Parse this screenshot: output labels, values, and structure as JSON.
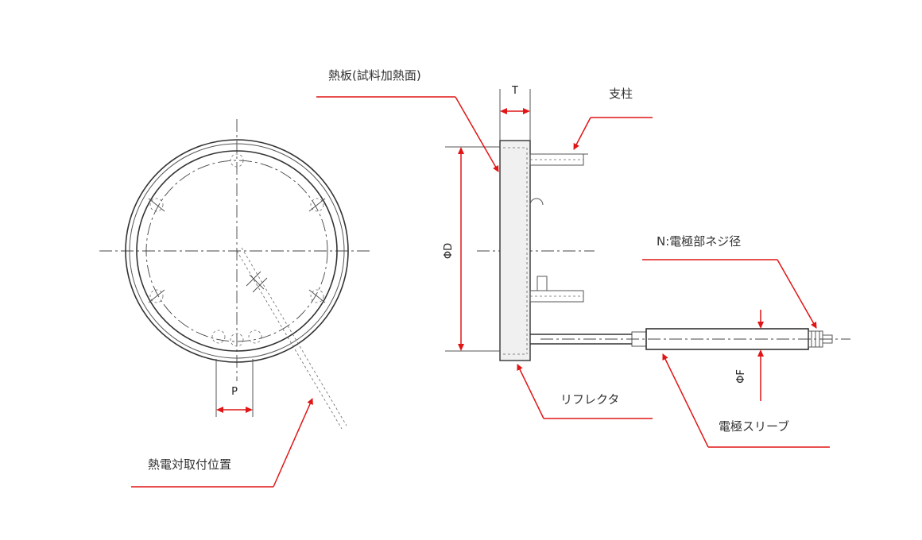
{
  "labels": {
    "heat_plate": "熱板(試料加熱面)",
    "support_pillar": "支柱",
    "electrode_thread": "N:電極部ネジ径",
    "reflector": "リフレクタ",
    "electrode_sleeve": "電極スリーブ",
    "thermocouple_position": "熱電対取付位置"
  },
  "dimensions": {
    "thickness": "T",
    "diameter": "ΦD",
    "pitch": "P",
    "sleeve_diameter": "ΦF"
  },
  "colors": {
    "leader": "#e01515",
    "outline": "#333333",
    "label_text": "#333333"
  }
}
